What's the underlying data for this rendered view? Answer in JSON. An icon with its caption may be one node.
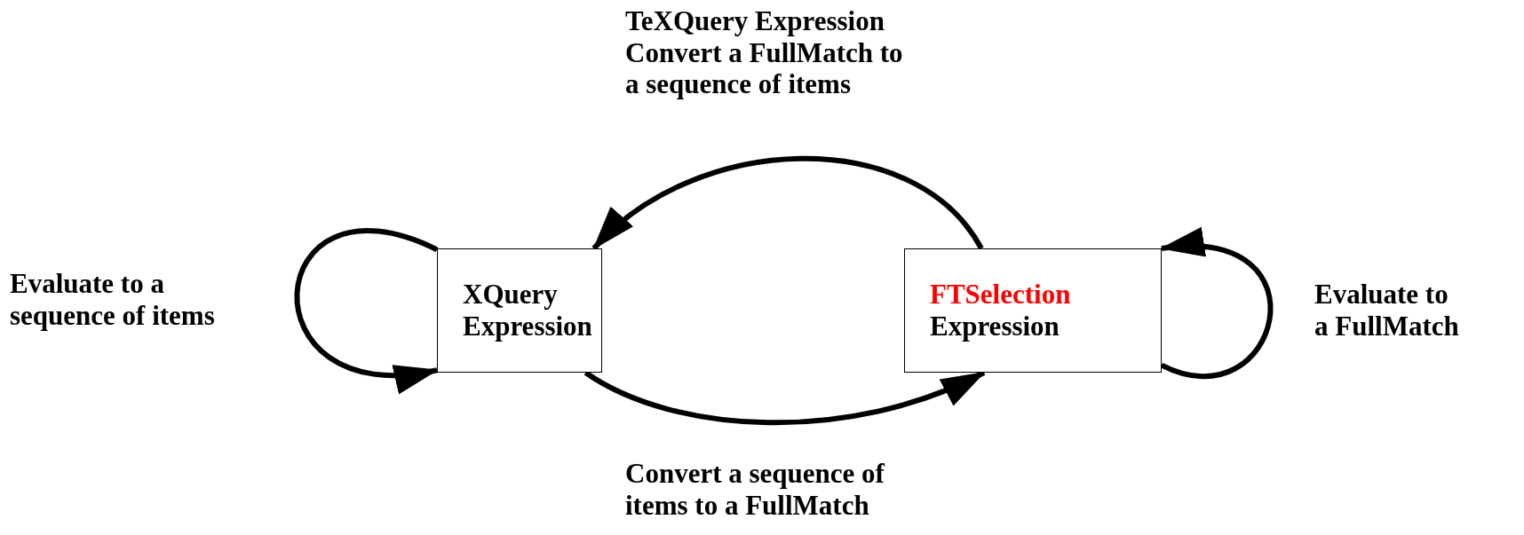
{
  "diagram": {
    "nodes": [
      {
        "text": [
          "XQuery Expression"
        ]
      },
      {
        "text": [
          "FTSelection",
          "Expression"
        ]
      }
    ],
    "edges": [
      {
        "from": 0,
        "to": 0,
        "arrow": "to",
        "label": "Evaluate to a sequence of items"
      },
      {
        "from": 0,
        "to": 1,
        "arrow": "to",
        "label": "Convert a sequence of items to a FullMatch"
      },
      {
        "from": 1,
        "to": 0,
        "arrow": "to",
        "label": "TeXQuery Expression Convert a FullMatch to a sequence of items"
      },
      {
        "from": 1,
        "to": 1,
        "arrow": "to",
        "label": "Evaluate to a FullMatch"
      }
    ]
  }
}
